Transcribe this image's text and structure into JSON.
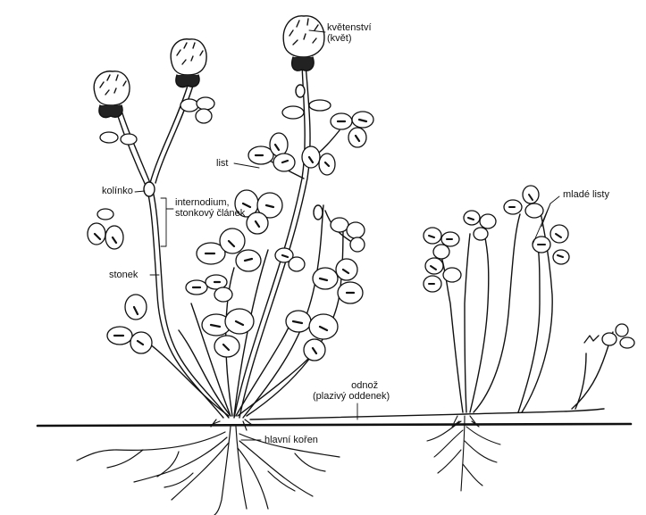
{
  "labels": {
    "inflorescence": {
      "line1": "květenství",
      "line2": "(květ)"
    },
    "leaf": "list",
    "node": "kolínko",
    "internode": {
      "line1": "internodium,",
      "line2": "stonkový článek"
    },
    "stem": "stonek",
    "young_leaves": "mladé listy",
    "stolon": {
      "line1": "odnož",
      "line2": "(plazivý oddenek)"
    },
    "taproot": "hlavní kořen"
  },
  "colors": {
    "ink": "#111111",
    "paper": "#ffffff"
  }
}
